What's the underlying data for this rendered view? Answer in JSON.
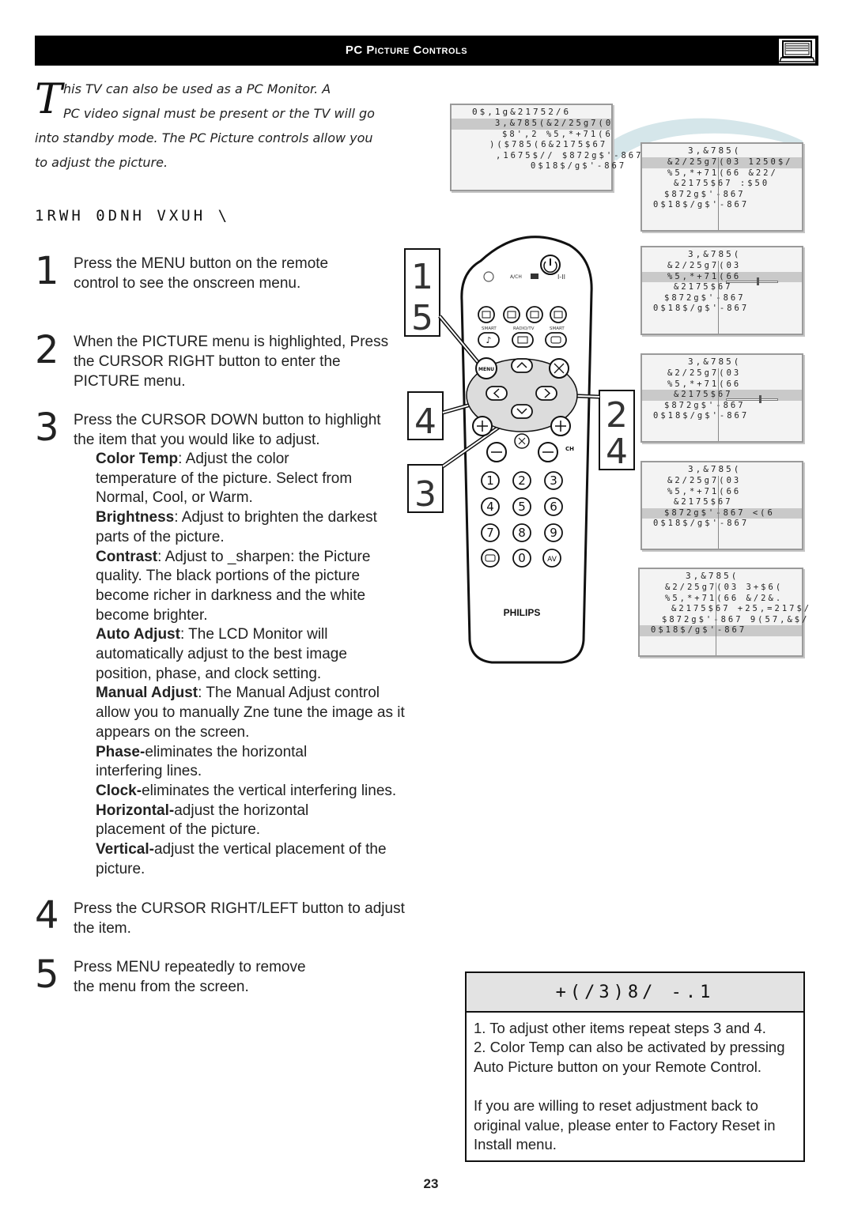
{
  "header": {
    "title": "PC Picture Controls"
  },
  "intro": {
    "dropcap": "T",
    "lines": [
      "his TV can also be used as a PC Monitor. A",
      "PC video signal must be present or the TV will go",
      "into standby mode. The PC Picture controls allow you",
      "to adjust the picture."
    ]
  },
  "note_heading": "1RWH   0DNH VXUH \\",
  "steps": [
    {
      "number": "1",
      "lines": [
        "Press the MENU button on the remote",
        "control to see the onscreen menu."
      ]
    },
    {
      "number": "2",
      "lines": [
        "When the PICTURE menu is highlighted, Press",
        "the CURSOR RIGHT button to enter the",
        "PICTURE menu."
      ]
    },
    {
      "number": "3",
      "lines": [
        "Press the CURSOR DOWN button to highlight",
        "the item that you would like to adjust."
      ]
    },
    {
      "number": "4",
      "lines": [
        "Press the CURSOR RIGHT/LEFT button to adjust",
        "the item."
      ]
    },
    {
      "number": "5",
      "lines": [
        "Press MENU repeatedly to remove",
        "the menu from the screen."
      ]
    }
  ],
  "items": {
    "color_temp": {
      "term": "Color Temp",
      "lines": [
        ": Adjust the color",
        "temperature of the picture. Select from",
        "Normal, Cool, or Warm."
      ]
    },
    "brightness": {
      "term": "Brightness",
      "lines": [
        ": Adjust to brighten the darkest",
        "parts of the picture."
      ]
    },
    "contrast": {
      "term": "Contrast",
      "lines": [
        ": Adjust to _sharpen: the Picture",
        "quality. The black portions of the picture",
        "become richer in darkness and the white",
        "become brighter."
      ]
    },
    "auto_adjust": {
      "term": "Auto Adjust",
      "lines": [
        ": The LCD Monitor will",
        "automatically adjust to the best image",
        "position, phase, and clock setting."
      ]
    },
    "manual_adjust": {
      "term": "Manual Adjust",
      "lines": [
        ": The Manual Adjust control",
        "allow you to manually Zne tune the image as it",
        "appears on the screen."
      ]
    },
    "phase": {
      "term": "Phase-",
      "lines": [
        "eliminates the horizontal",
        "interfering lines."
      ]
    },
    "clock": {
      "term": "Clock-",
      "lines": [
        "eliminates the vertical interfering lines."
      ]
    },
    "horizontal": {
      "term": "Horizontal-",
      "lines": [
        "adjust the horizontal",
        "placement of the picture."
      ]
    },
    "vertical": {
      "term": "Vertical-",
      "lines": [
        "adjust the vertical placement of the",
        "picture."
      ]
    }
  },
  "osd": {
    "main": {
      "head": "0$,1g&21752/6",
      "rows": [
        "3,&785(&2/25g7(0",
        "$8',2  %5,*+71(6",
        ")($785(6&2175$67",
        ",1675$//  $872g$'-867",
        "0$18$/g$'-867"
      ]
    },
    "sub1": {
      "head": "3,&785(",
      "rows": [
        "&2/25g7(03  1250$/",
        "%5,*+71(66   &22/",
        "&2175$67   :$50",
        "$872g$'-867",
        "0$18$/g$'-867"
      ]
    },
    "sub2": {
      "head": "3,&785(",
      "rows": [
        "&2/25g7(03",
        "%5,*+71(66",
        "&2175$67",
        "$872g$'-867",
        "0$18$/g$'-867"
      ]
    },
    "sub3": {
      "head": "3,&785(",
      "rows": [
        "&2/25g7(03",
        "%5,*+71(66",
        "&2175$67",
        "$872g$'-867",
        "0$18$/g$'-867"
      ]
    },
    "sub4": {
      "head": "3,&785(",
      "rows": [
        "&2/25g7(03",
        "%5,*+71(66",
        "&2175$67",
        "$872g$'-867   <(6",
        "0$18$/g$'-867"
      ]
    },
    "sub5": {
      "head": "3,&785(",
      "rows": [
        "&2/25g7(03   3+$6(",
        "%5,*+71(66   &/2&.",
        "&2175$67   +25,=217$/",
        "$872g$'-867  9(57,&$/",
        "0$18$/g$'-867"
      ]
    }
  },
  "remote": {
    "callout_numbers": [
      "1",
      "5",
      "4",
      "3",
      "2",
      "4"
    ],
    "labels": {
      "ach": "A/CH",
      "smart1": "SMART",
      "radio": "RADIO/TV",
      "smart2": "SMART",
      "menu": "MENU",
      "ch": "CH",
      "av": "AV",
      "brand": "PHILIPS"
    },
    "digits": [
      "1",
      "2",
      "3",
      "4",
      "5",
      "6",
      "7",
      "8",
      "9",
      "0"
    ]
  },
  "help": {
    "heading": "+(/3)8/  -.1",
    "lines": [
      "1. To adjust other items repeat steps 3 and 4.",
      "2. Color Temp can also be activated by pressing",
      "Auto Picture button on your Remote Control.",
      "",
      "If you are willing to reset adjustment back to",
      "original value, please enter to Factory Reset in",
      "Install menu."
    ]
  },
  "page_number": "23"
}
